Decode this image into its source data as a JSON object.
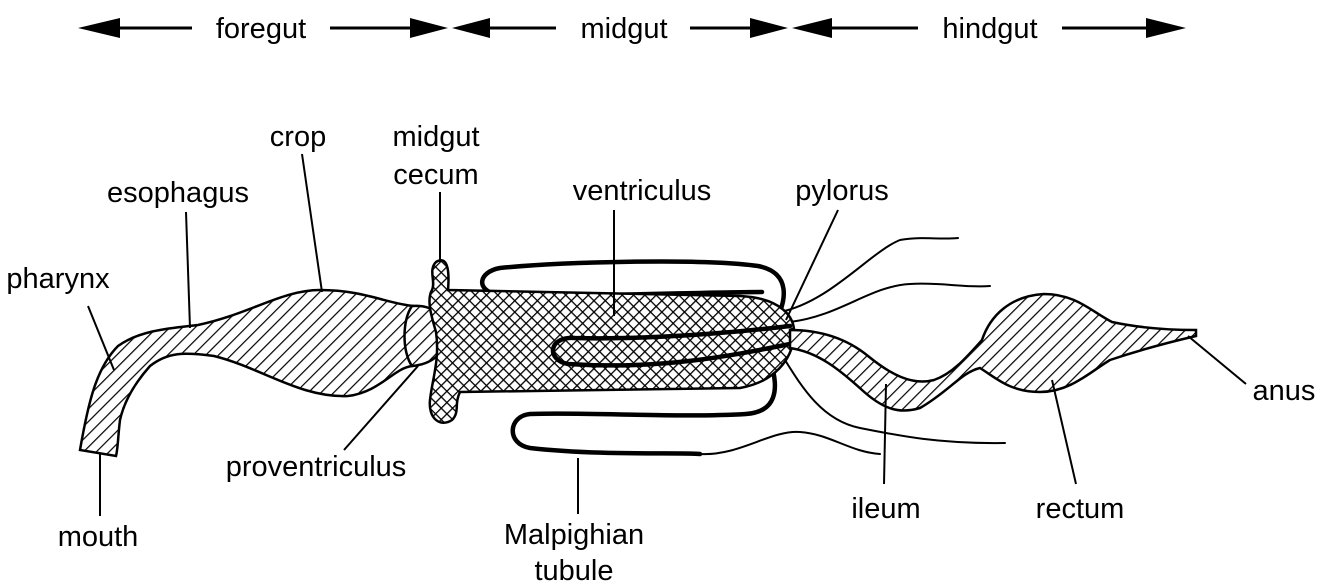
{
  "regions": {
    "foregut": "foregut",
    "midgut": "midgut",
    "hindgut": "hindgut"
  },
  "labels": {
    "crop": "crop",
    "midgut_cecum_line1": "midgut",
    "midgut_cecum_line2": "cecum",
    "esophagus": "esophagus",
    "ventriculus": "ventriculus",
    "pylorus": "pylorus",
    "pharynx": "pharynx",
    "anus": "anus",
    "proventriculus": "proventriculus",
    "ileum": "ileum",
    "rectum": "rectum",
    "mouth": "mouth",
    "malpighian_line1": "Malpighian",
    "malpighian_line2": "tubule"
  }
}
